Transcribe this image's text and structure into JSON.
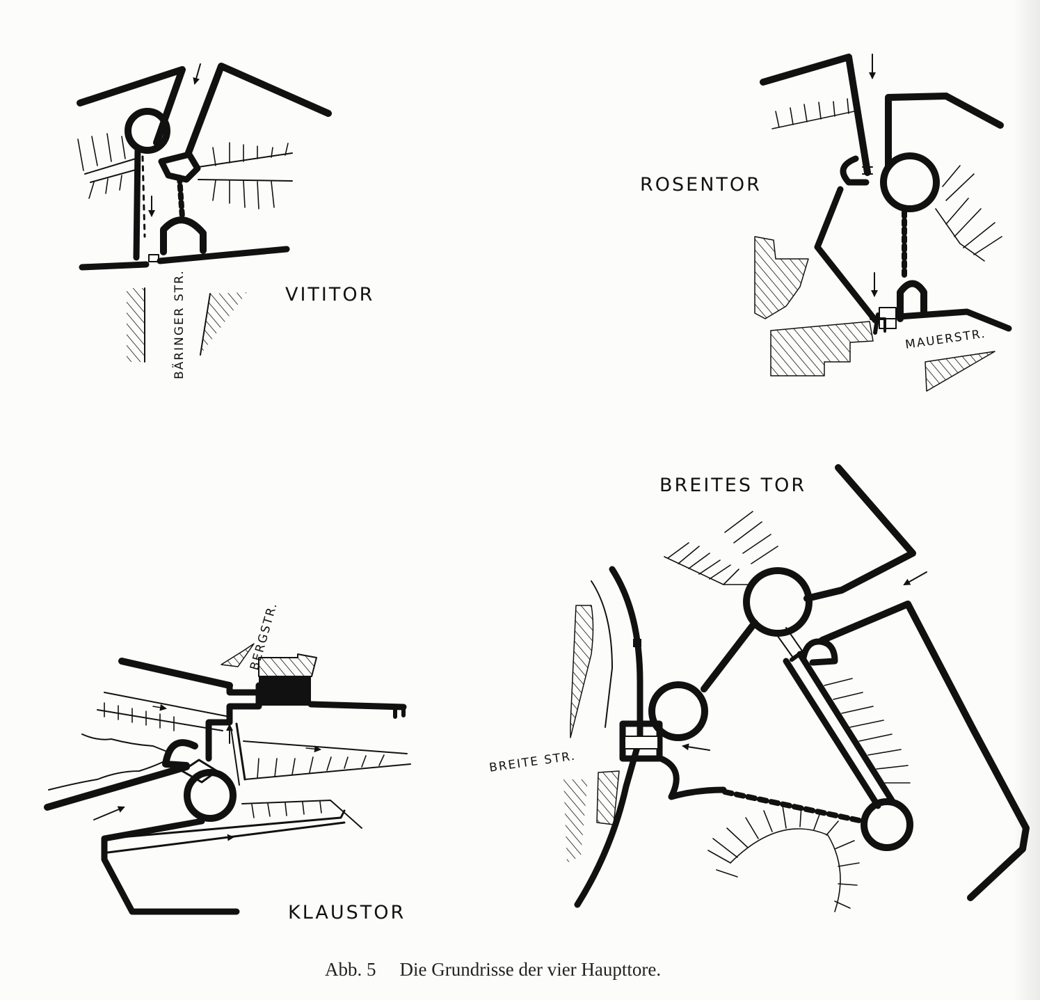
{
  "gates": {
    "vititor": {
      "name": "VITITOR",
      "street": "BÄRINGER STR."
    },
    "rosentor": {
      "name": "ROSENTOR",
      "street": "MAUERSTR."
    },
    "klaustor": {
      "name": "KLAUSTOR",
      "street": "BERGSTR."
    },
    "breites_tor": {
      "name": "BREITES TOR",
      "street": "BREITE STR."
    }
  },
  "caption": {
    "number": "Abb. 5",
    "text": "Die Grundrisse der vier Haupttore."
  },
  "icons": [
    "direction-arrow",
    "tower",
    "hatched-building",
    "embankment"
  ]
}
